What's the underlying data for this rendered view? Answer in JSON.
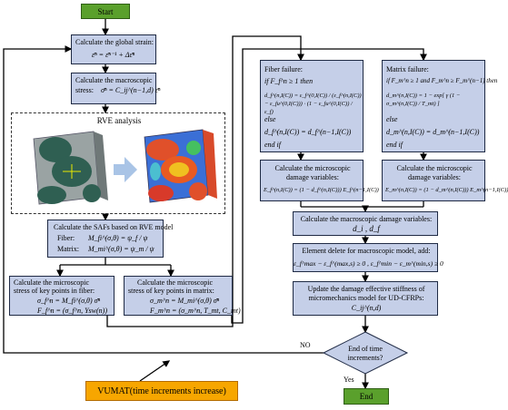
{
  "start": "Start",
  "end": "End",
  "strain": {
    "title": "Calculate the global strain:",
    "formula": "ε̄ⁿ = ε̄ⁿ⁻¹ + Δε̄ⁿ"
  },
  "stress": {
    "line1": "Calculate the macroscopic",
    "line2": "stress:",
    "formula": "σ̄ⁿ = C_ij^(n−1,d) ε̄ⁿ"
  },
  "rve": {
    "title": "RVE analysis"
  },
  "saf": {
    "title": "Calculate the SAFs based on RVE model",
    "fiber_label": "Fiber:",
    "fiber_formula": "M_fi^(σ,θ) = ψ_f / ψ",
    "matrix_label": "Matrix:",
    "matrix_formula": "M_mi^(σ,θ) = ψ_m / ψ"
  },
  "fiber_stress": {
    "line1": "Calculate the microscopic",
    "line2": "stress of key points in fiber:",
    "f1": "σ_f^n = M_fi^(σ,θ) σ̄ⁿ",
    "f2": "F_f^n = (σ_f^n, Ysw(n))"
  },
  "matrix_stress": {
    "line1": "Calculate the microscopic",
    "line2": "stress of key points in matrix:",
    "f1": "σ_m^n = M_mi^(σ,θ) σ̄ⁿ",
    "f2": "F_m^n = (σ_m^n, T_mt, C_mt)"
  },
  "fiber_failure": {
    "title": "Fiber failure:",
    "l1": "if  F_f^n ≥ 1 then",
    "l2": "d_f^(n,I(C)) = ε_f^(0,I(C)) / (ε_f^(n,I(C)) − ε_fu^(0,I(C))) · (1 − ε_fu^(0,I(C)) / ε_f)",
    "l3": "else",
    "l4": "d_f^(n,I(C)) = d_f^(n−1,I(C))",
    "l5": "end if"
  },
  "matrix_failure": {
    "title": "Matrix failure:",
    "l1": "if  F_m^n ≥ 1 and F_m^n ≥ F_m^(n−1) then",
    "l2": "d_m^(n,I(C)) = 1 − exp[ γ (1 − σ_m^(n,I(C)) / T_mt) ]",
    "l3": "else",
    "l4": "d_m^(n,I(C)) = d_m^(n−1,I(C))",
    "l5": "end if"
  },
  "fiber_damage": {
    "line1": "Calculate the microscopic",
    "line2": "damage variables:",
    "formula": "E_f^(n,I(C)) = (1 − d_f^(n,I(C))) E_f^(n−1,I(C))"
  },
  "matrix_damage": {
    "line1": "Calculate the microscopic",
    "line2": "damage variables:",
    "formula": "E_m^(n,I(C)) = (1 − d_m^(n,I(C))) E_m^(n−1,I(C))"
  },
  "macro_damage": {
    "line1": "Calculate the macroscopic damage variables:",
    "formula": "d_i , d_f"
  },
  "element_delete": {
    "line1": "Element delete for macroscopic model, add:",
    "formula": "ε_f^max − ε_f^(max,s) ≥ 0 ,  ε_f^min − ε_m^(min,s) ≥ 0"
  },
  "update": {
    "line1": "Update the damage effective stiffness of",
    "line2": "micromechanics model for UD-CFRPs:",
    "formula": "C_ij^(n,d)"
  },
  "decision": {
    "line1": "End of time",
    "line2": "increments?",
    "no": "NO",
    "yes": "Yes"
  },
  "vumat": "VUMAT(time increments increase)",
  "colors": {
    "box": "#c5cfe8",
    "start_end": "#5aa02c",
    "vumat": "#f7a600"
  }
}
